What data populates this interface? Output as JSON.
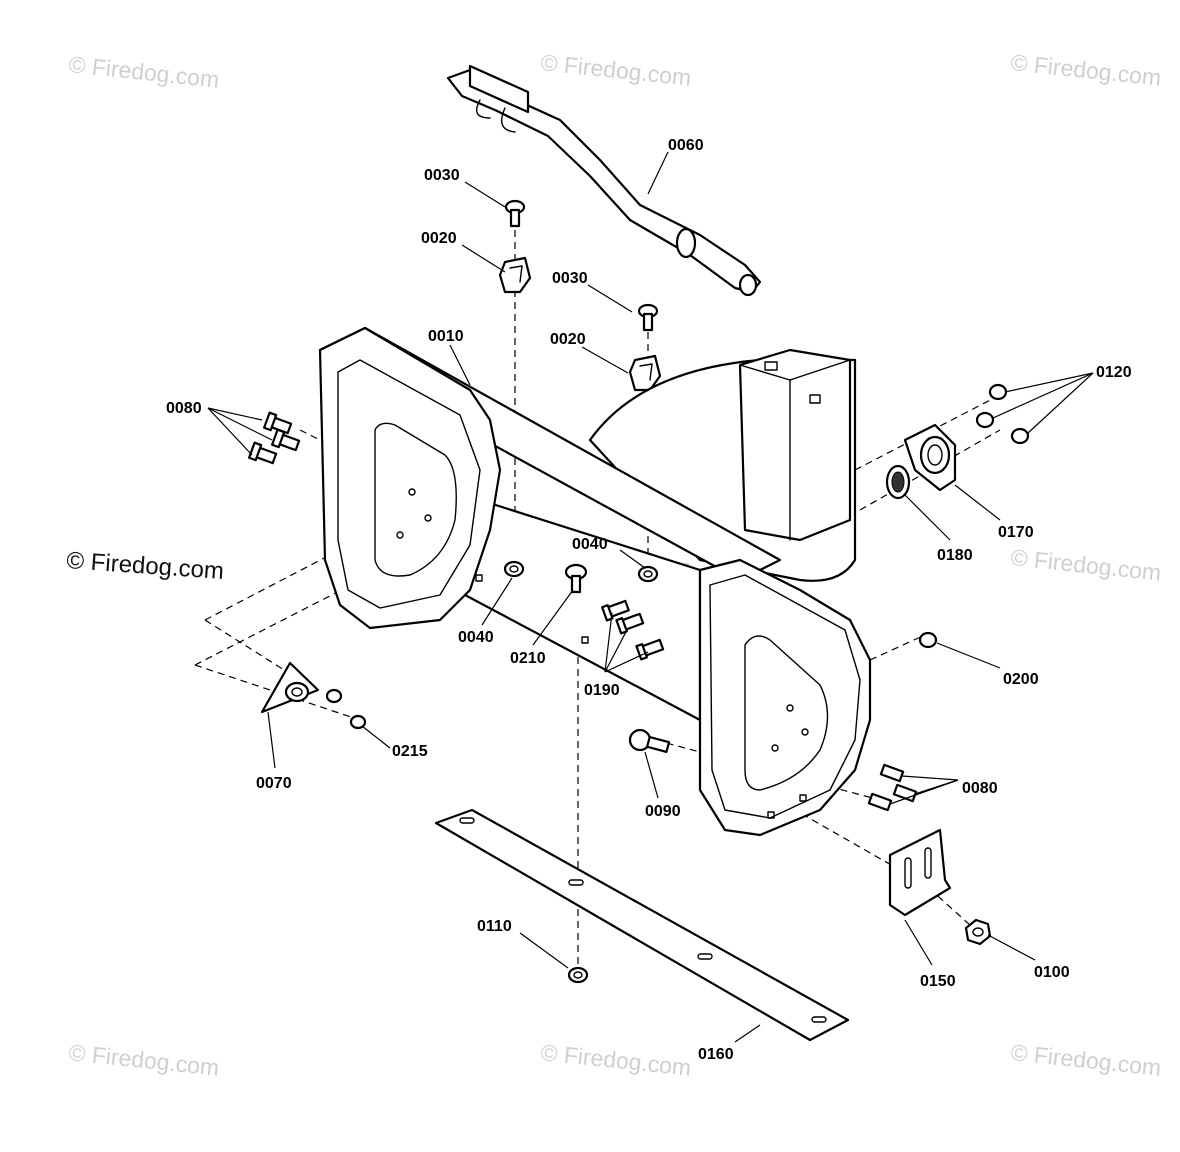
{
  "watermark": "© Firedog.com",
  "callouts": [
    "0060",
    "0030",
    "0020",
    "0030",
    "0020",
    "0010",
    "0080",
    "0120",
    "0170",
    "0180",
    "0040",
    "0040",
    "0210",
    "0190",
    "0200",
    "0070",
    "0215",
    "0090",
    "0080",
    "0110",
    "0150",
    "0100",
    "0160"
  ],
  "colors": {
    "line": "#000000",
    "watermark": "#cfcfcf",
    "background": "#ffffff"
  }
}
